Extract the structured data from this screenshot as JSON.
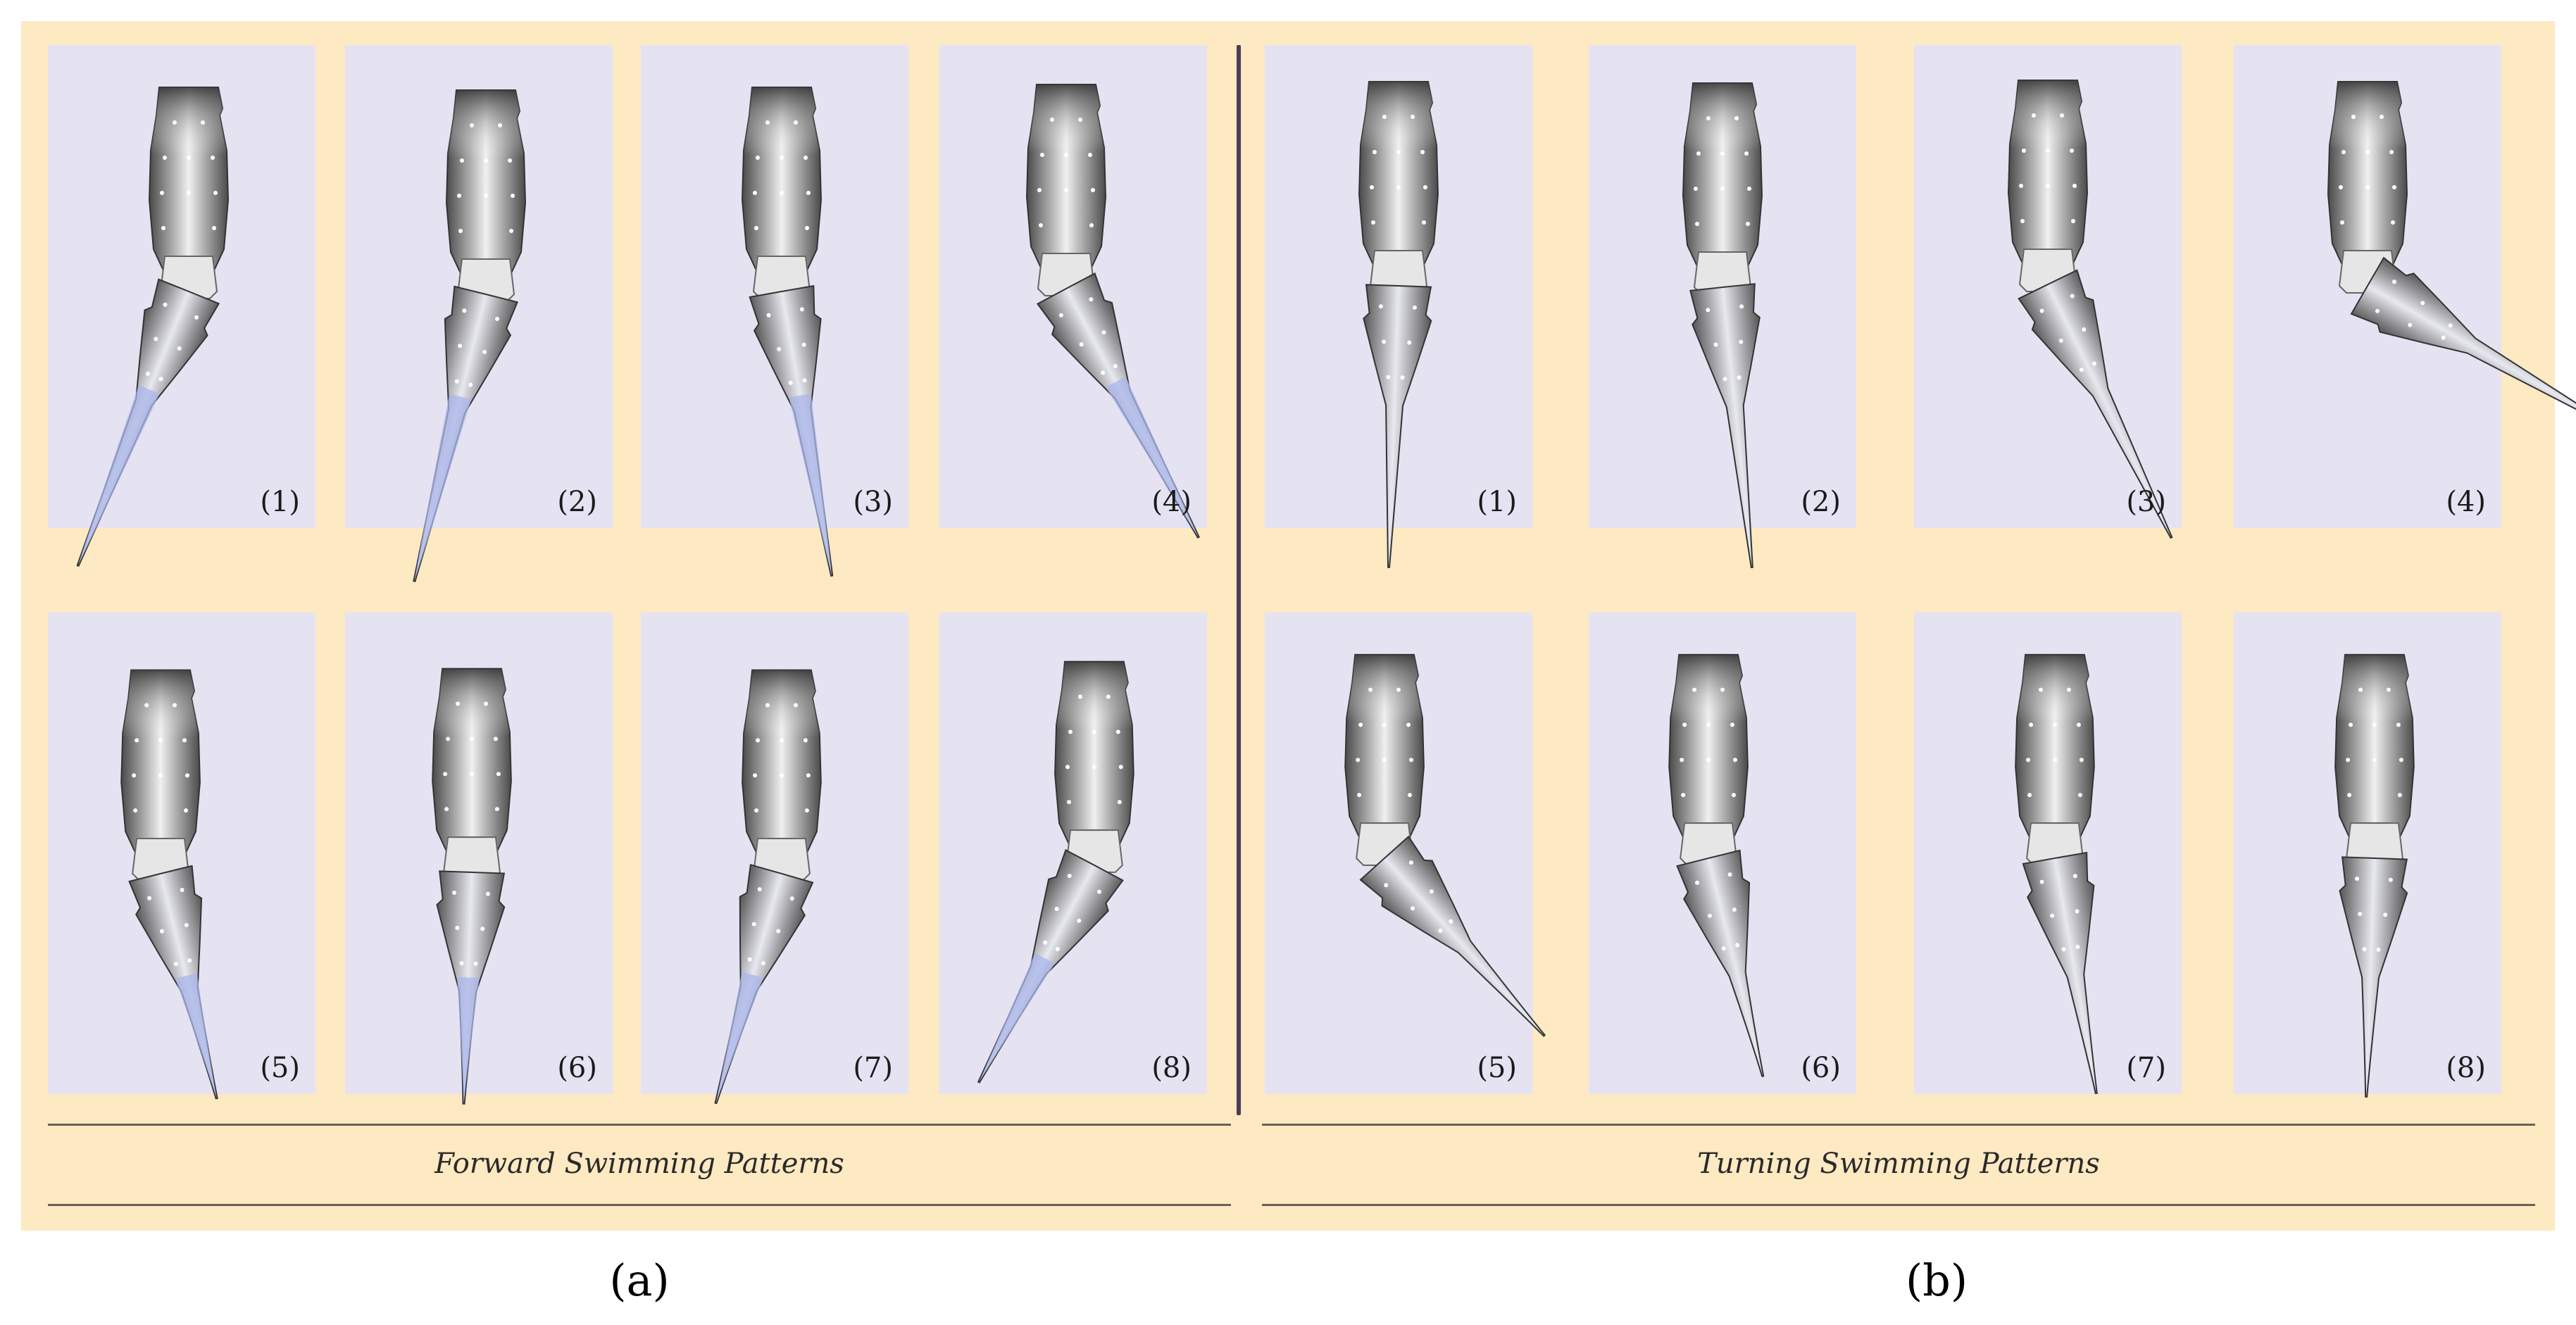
{
  "groups": [
    {
      "caption": "Forward Swimming Patterns",
      "sublabel": "(a)",
      "panels": [
        "(1)",
        "(2)",
        "(3)",
        "(4)",
        "(5)",
        "(6)",
        "(7)",
        "(8)"
      ]
    },
    {
      "caption": "Turning Swimming Patterns",
      "sublabel": "(b)",
      "panels": [
        "(1)",
        "(2)",
        "(3)",
        "(4)",
        "(5)",
        "(6)",
        "(7)",
        "(8)"
      ]
    }
  ]
}
